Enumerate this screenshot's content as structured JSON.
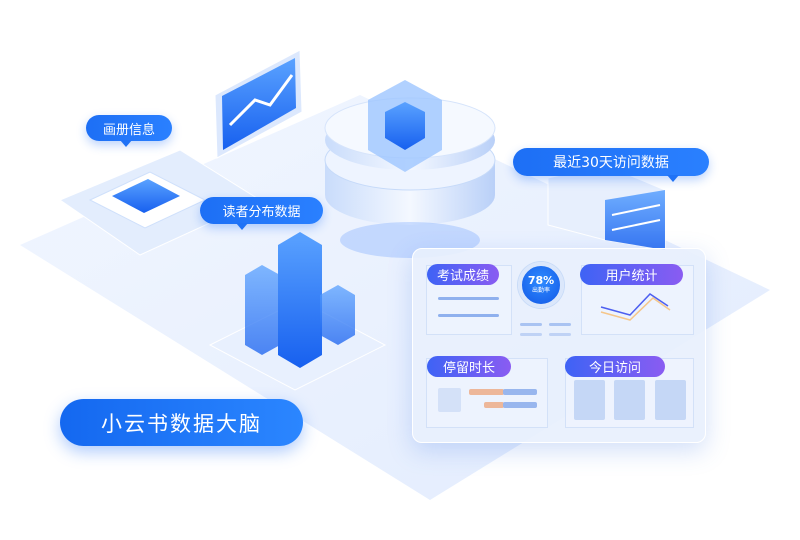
{
  "labels": {
    "album": "画册信息",
    "readers": "读者分布数据",
    "recent": "最近30天访问数据"
  },
  "brand": "小云书数据大脑",
  "dashboard": {
    "exam": "考试成绩",
    "users": "用户统计",
    "stay": "停留时长",
    "today": "今日访问",
    "gauge_value": "78%",
    "gauge_label": "出勤率"
  },
  "colors": {
    "primary": "#1d6ff5",
    "pill_start": "#3e63f5",
    "pill_end": "#8a5cf2"
  }
}
